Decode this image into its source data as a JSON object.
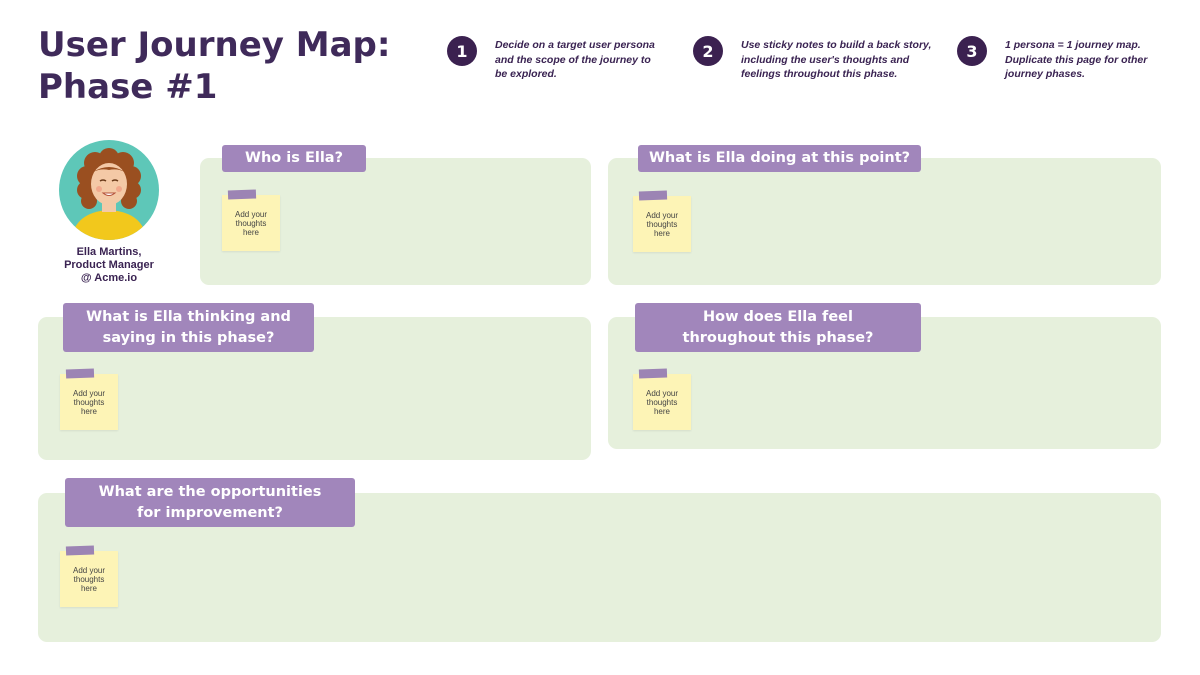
{
  "title": "User Journey Map:\nPhase #1",
  "steps": [
    {
      "number": "1",
      "text": "Decide on a target user persona and the scope of the journey to be explored."
    },
    {
      "number": "2",
      "text": "Use sticky notes to build a back story, including the user's thoughts and feelings throughout this phase."
    },
    {
      "number": "3",
      "text": "1 persona = 1 journey map. Duplicate this page for other journey phases."
    }
  ],
  "persona": {
    "avatar_icon": "woman-avatar-icon",
    "caption": "Ella Martins,\nProduct Manager\n@ Acme.io"
  },
  "sections": [
    {
      "label": "Who is Ella?",
      "sticky": "Add your\nthoughts\nhere"
    },
    {
      "label": "What is Ella doing at this point?",
      "sticky": "Add your\nthoughts\nhere"
    },
    {
      "label": "What is Ella thinking and\nsaying in this phase?",
      "sticky": "Add your\nthoughts\nhere"
    },
    {
      "label": "How does Ella feel\nthroughout this phase?",
      "sticky": "Add your\nthoughts\nhere"
    },
    {
      "label": "What are the opportunities\nfor improvement?",
      "sticky": "Add your\nthoughts\nhere"
    }
  ],
  "colors": {
    "panel": "#e6f0dc",
    "label": "#a186bb",
    "sticky": "#fdf4b6",
    "tape": "#9c84b4",
    "step_circle": "#3b2150",
    "avatar_bg": "#5ec7b8"
  }
}
